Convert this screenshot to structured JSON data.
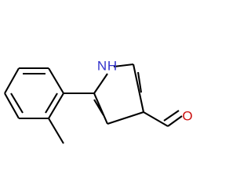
{
  "molecule": {
    "atoms": {
      "nh": {
        "label": "H",
        "element_label": "N",
        "color": "#3333cc"
      },
      "o": {
        "label": "O",
        "color": "#cc1111"
      }
    }
  }
}
